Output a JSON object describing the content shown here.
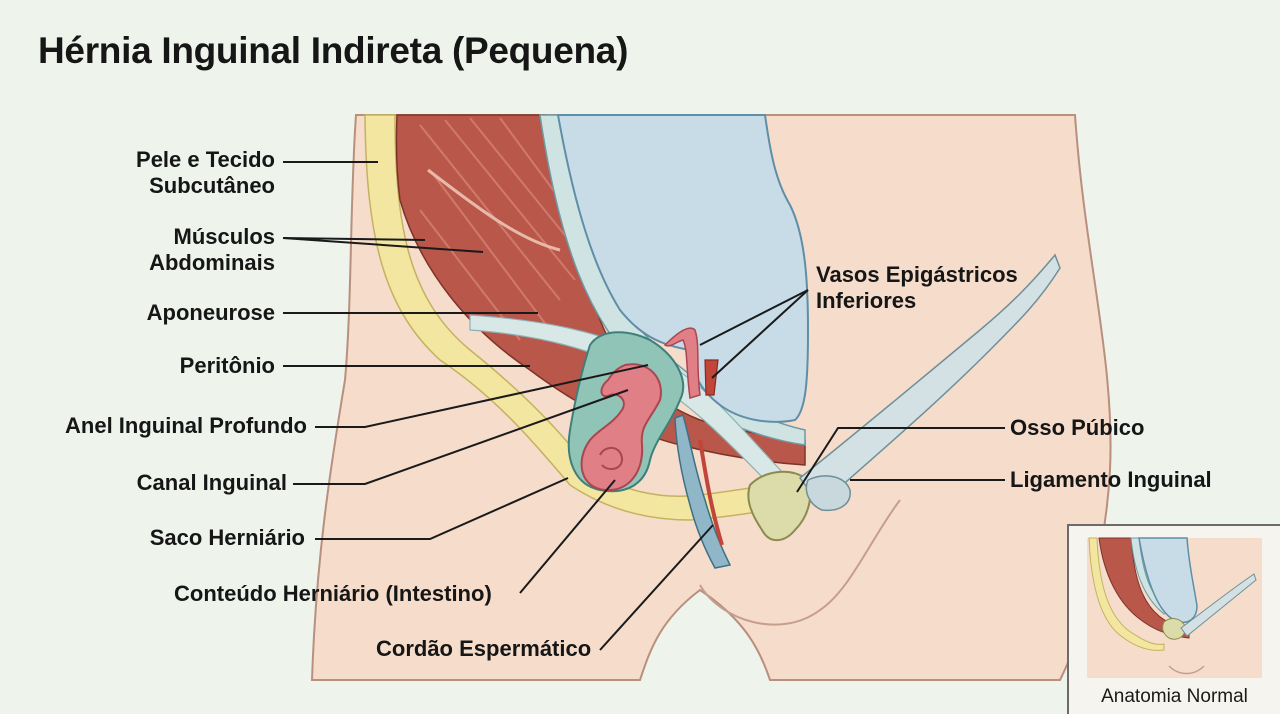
{
  "title": "Hérnia Inguinal Indireta (Pequena)",
  "labels": {
    "pele_l1": "Pele e Tecido",
    "pele_l2": "Subcutâneo",
    "musculos_l1": "Músculos",
    "musculos_l2": "Abdominais",
    "aponeurose": "Aponeurose",
    "peritonio": "Peritônio",
    "anel": "Anel Inguinal Profundo",
    "canal": "Canal Inguinal",
    "saco": "Saco Herniário",
    "conteudo": "Conteúdo Herniário (Intestino)",
    "cordao": "Cordão Espermático",
    "vasos_l1": "Vasos Epigástricos",
    "vasos_l2": "Inferiores",
    "osso": "Osso Púbico",
    "ligamento": "Ligamento Inguinal"
  },
  "inset": {
    "caption": "Anatomia Normal"
  },
  "colors": {
    "skin": "#f5dccb",
    "fat": "#f3e6a1",
    "muscle": "#b9574a",
    "fascia": "#cfe3e3",
    "peritoneal_cavity": "#c8dce8",
    "hernia_sac": "#8fc4b6",
    "intestine": "#e07f86",
    "bone": "#dcdcaa",
    "background": "#eef3ec"
  }
}
